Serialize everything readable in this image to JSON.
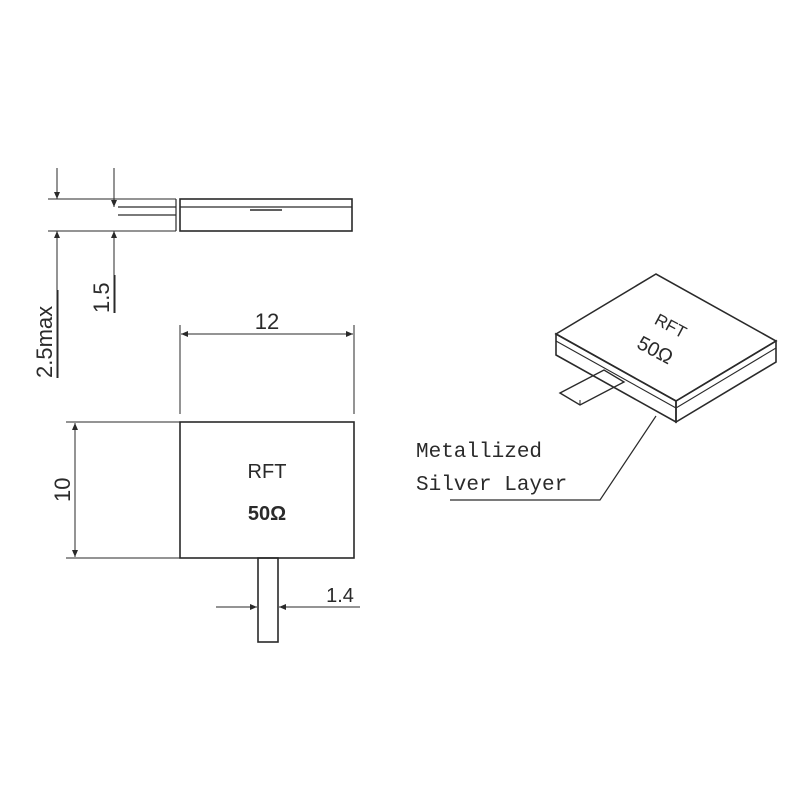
{
  "dimensions": {
    "height_max": "2.5max",
    "thickness": "1.5",
    "width": "12",
    "depth": "10",
    "tab_width": "1.4"
  },
  "resistor": {
    "top_label": "RFT",
    "value_label": "50Ω"
  },
  "iso_view": {
    "top_label": "RFT",
    "value_label": "50Ω"
  },
  "callout": {
    "line1": "Metallized",
    "line2": "Silver Layer"
  }
}
